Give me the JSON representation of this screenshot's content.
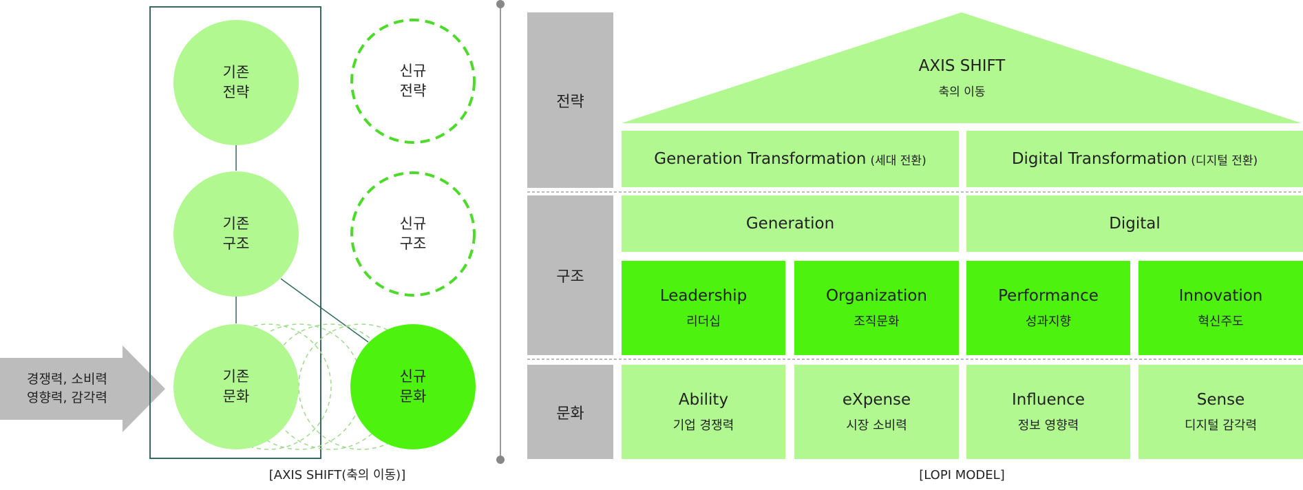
{
  "left": {
    "arrow_label": "경쟁력, 소비력\n영향력, 감각력",
    "existing": {
      "strategy": "기존\n전략",
      "structure": "기존\n구조",
      "culture": "기존\n문화"
    },
    "new": {
      "strategy": "신규\n전략",
      "structure": "신규\n구조",
      "culture": "신규\n문화"
    },
    "caption": "[AXIS SHIFT(축의 이동)]"
  },
  "right": {
    "rows": {
      "strategy": "전략",
      "structure": "구조",
      "culture": "문화"
    },
    "roof": {
      "title": "AXIS SHIFT",
      "subtitle": "축의 이동"
    },
    "transformations": [
      {
        "main": "Generation Transformation",
        "sub": "(세대 전환)"
      },
      {
        "main": "Digital Transformation",
        "sub": "(디지털 전환)"
      }
    ],
    "axes": [
      "Generation",
      "Digital"
    ],
    "structure_items": [
      {
        "title": "Leadership",
        "sub": "리더십"
      },
      {
        "title": "Organization",
        "sub": "조직문화"
      },
      {
        "title": "Performance",
        "sub": "성과지향"
      },
      {
        "title": "Innovation",
        "sub": "혁신주도"
      }
    ],
    "culture_items": [
      {
        "title": "Ability",
        "sub": "기업 경쟁력"
      },
      {
        "title": "eXpense",
        "sub": "시장 소비력"
      },
      {
        "title": "Influence",
        "sub": "정보 영향력"
      },
      {
        "title": "Sense",
        "sub": "디지털 감각력"
      }
    ],
    "caption": "[LOPI MODEL]"
  },
  "colors": {
    "light_green": "#b0f88f",
    "bright_green": "#4df20f",
    "grey": "#bcbcbc",
    "frame": "#2f6b5e",
    "dashed": "#4ddb2a"
  }
}
